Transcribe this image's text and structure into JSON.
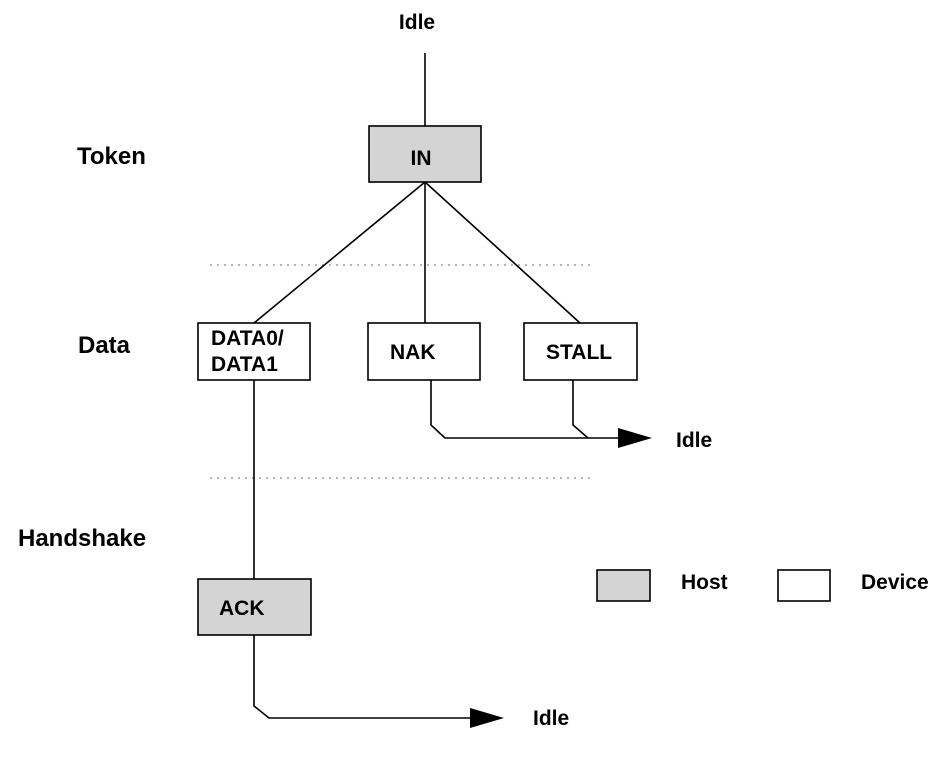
{
  "colors": {
    "host": "#d4d4d4",
    "device": "#ffffff",
    "stroke": "#000000"
  },
  "phases": {
    "token": "Token",
    "data": "Data",
    "handshake": "Handshake"
  },
  "idle_top": "Idle",
  "idle_right": "Idle",
  "idle_bottom": "Idle",
  "boxes": {
    "in": "IN",
    "data0": "DATA0/",
    "data1": "DATA1",
    "nak": "NAK",
    "stall": "STALL",
    "ack": "ACK"
  },
  "legend": {
    "host": "Host",
    "device": "Device"
  }
}
